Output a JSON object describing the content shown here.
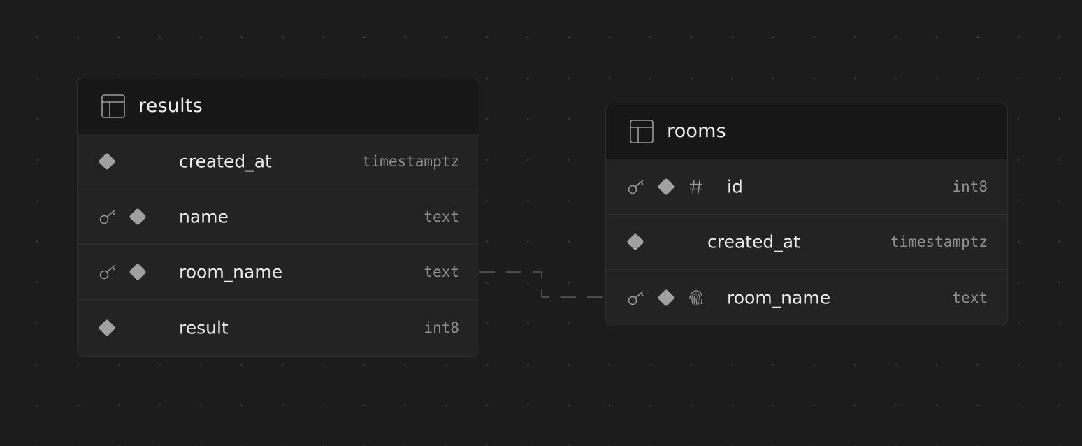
{
  "tables": [
    {
      "title": "results",
      "columns": [
        {
          "name": "created_at",
          "type": "timestamptz",
          "icons": [
            "diamond-icon"
          ]
        },
        {
          "name": "name",
          "type": "text",
          "icons": [
            "key-icon",
            "diamond-icon"
          ]
        },
        {
          "name": "room_name",
          "type": "text",
          "icons": [
            "key-icon",
            "diamond-icon"
          ]
        },
        {
          "name": "result",
          "type": "int8",
          "icons": [
            "diamond-icon"
          ]
        }
      ]
    },
    {
      "title": "rooms",
      "columns": [
        {
          "name": "id",
          "type": "int8",
          "icons": [
            "key-icon",
            "diamond-icon",
            "hash-icon"
          ]
        },
        {
          "name": "created_at",
          "type": "timestamptz",
          "icons": [
            "diamond-icon"
          ]
        },
        {
          "name": "room_name",
          "type": "text",
          "icons": [
            "key-icon",
            "diamond-icon",
            "fingerprint-icon"
          ]
        }
      ]
    }
  ],
  "relationship": {
    "from": "results.room_name",
    "to": "rooms.room_name",
    "line_style": "dashed"
  },
  "colors": {
    "canvas": "#1c1c1c",
    "node_body": "#232323",
    "node_header": "#171717",
    "border": "#2e2e2e",
    "text_primary": "#ededed",
    "text_type": "#8f8f8f",
    "icon": "#a0a0a0",
    "connector": "#5a5a5a"
  }
}
